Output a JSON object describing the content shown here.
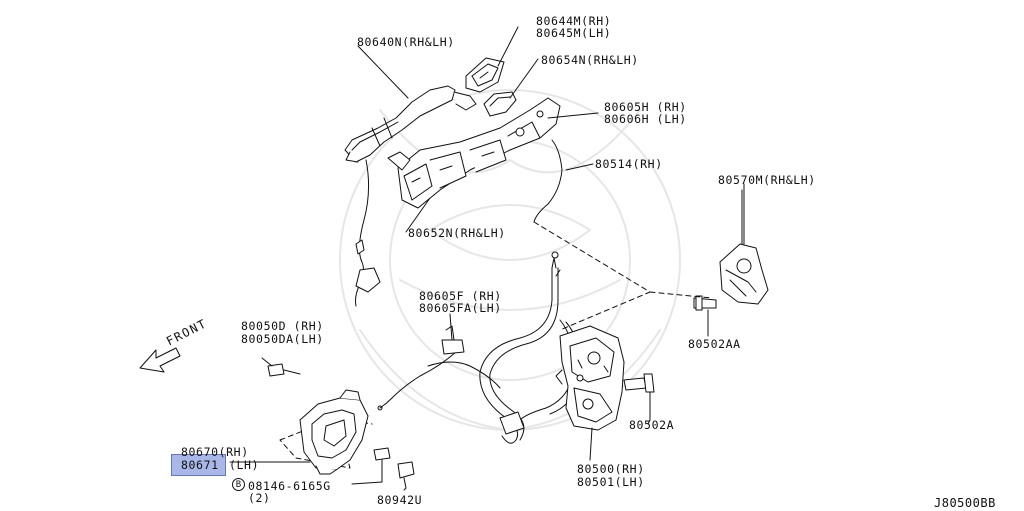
{
  "diagram_code": "J80500BB",
  "front_label": "FRONT",
  "callouts": {
    "p80640N": "80640N(RH&LH)",
    "p80644M": "80644M(RH)",
    "p80645M": "80645M(LH)",
    "p80654N": "80654N(RH&LH)",
    "p80605H": "80605H (RH)",
    "p80606H": "80606H (LH)",
    "p80514": "80514(RH)",
    "p80570M": "80570M(RH&LH)",
    "p80652N": "80652N(RH&LH)",
    "p80605F": "80605F (RH)",
    "p80605FA": "80605FA(LH)",
    "p80050D": "80050D (RH)",
    "p80050DA": "80050DA(LH)",
    "p80502AA": "80502AA",
    "p80502A": "80502A",
    "p80670": "80670(RH)",
    "p80671_num": "80671",
    "p80671_side": "(LH)",
    "p80500": "80500(RH)",
    "p80501": "80501(LH)",
    "bolt_symbol": "B",
    "p08146": "08146-6165G",
    "p08146_qty": "(2)",
    "p80942U": "80942U"
  },
  "highlighted_part": "80671",
  "colors": {
    "highlight": "#a9b7e8",
    "line": "#111111",
    "watermark": "#e8e8e8"
  }
}
